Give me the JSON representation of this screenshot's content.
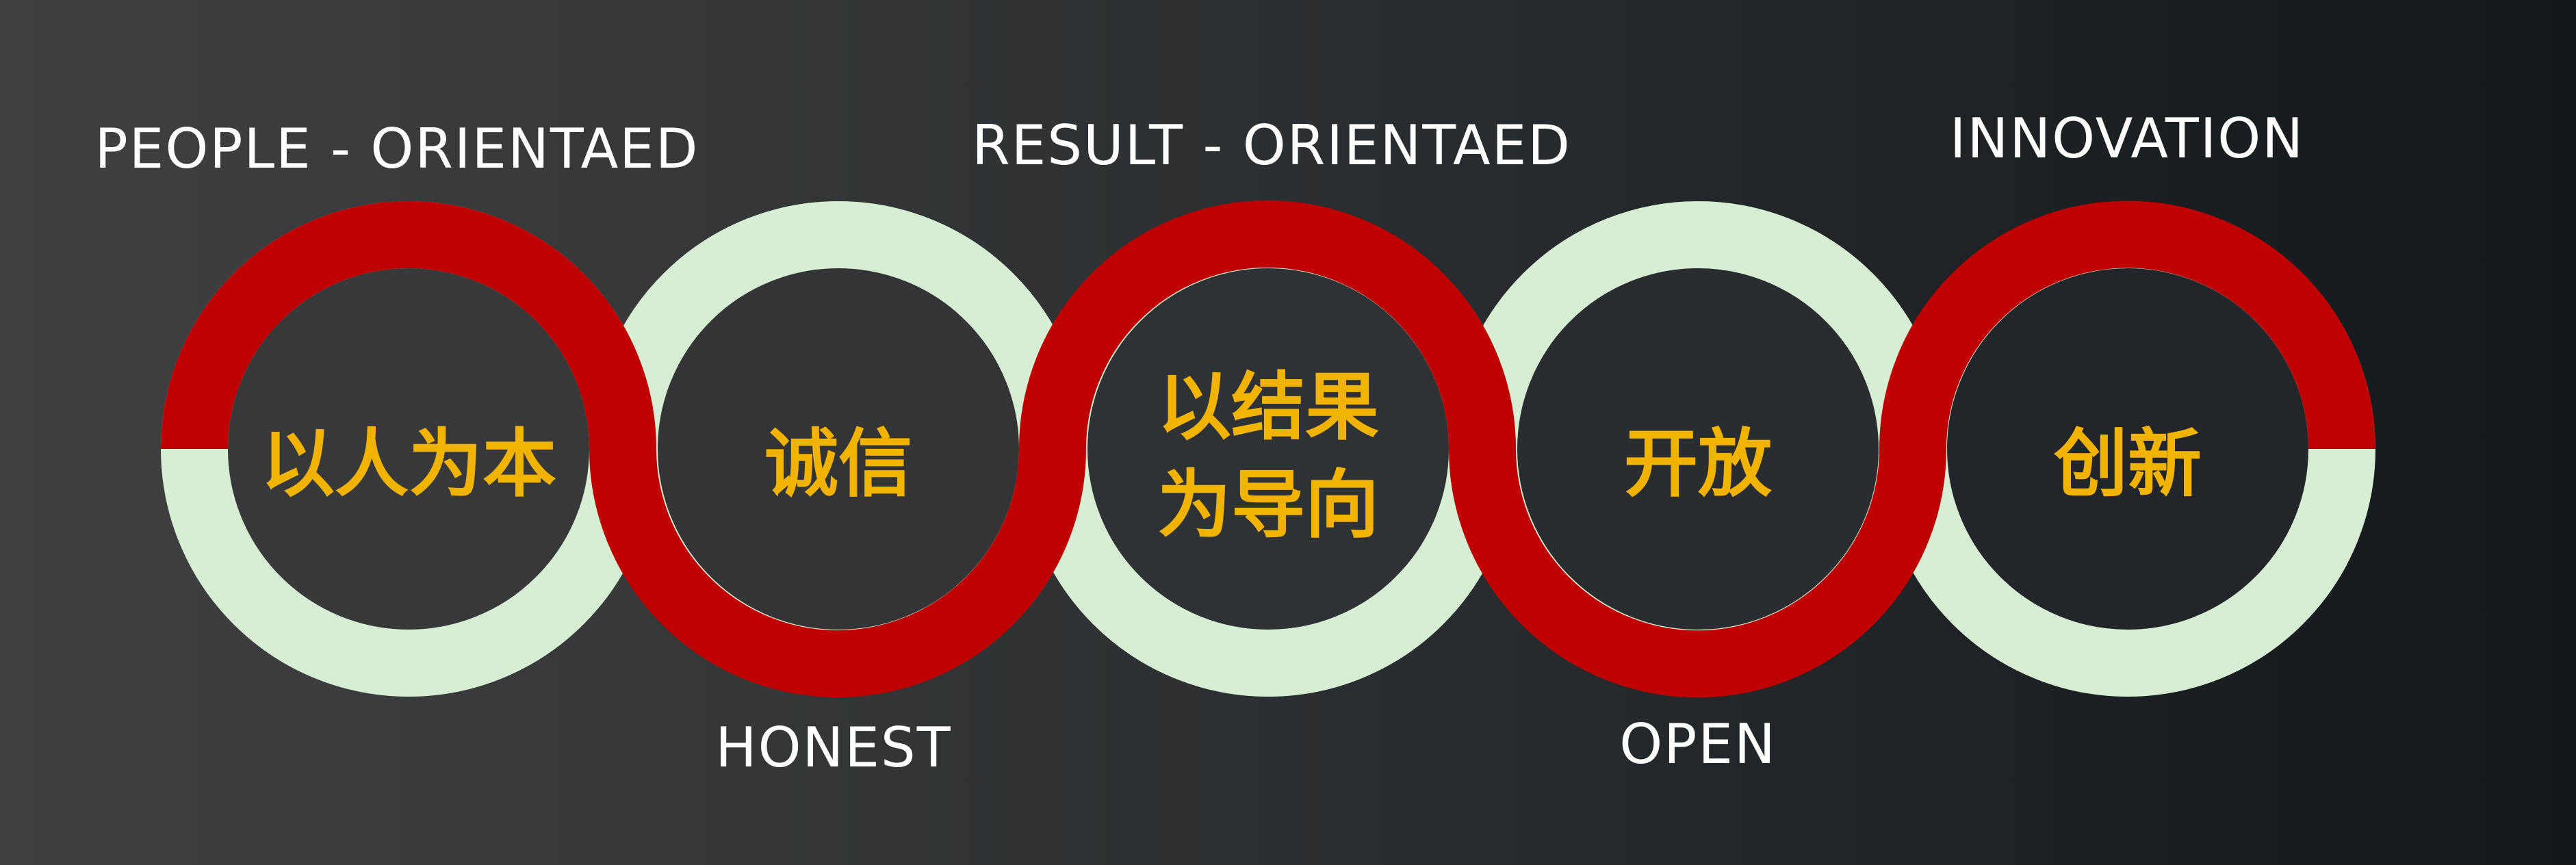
{
  "colors": {
    "red": "#bf0000",
    "green": "#d8eed4",
    "text_yellow": "#f2b200",
    "text_white": "#ffffff",
    "bg_left": "#3f4041",
    "bg_right": "#12171b"
  },
  "values": [
    {
      "en": "PEOPLE - ORIENTAED",
      "cn": [
        "以人为本"
      ]
    },
    {
      "en": "HONEST",
      "cn": [
        "诚信"
      ]
    },
    {
      "en": "RESULT - ORIENTAED",
      "cn": [
        "以结果",
        "为导向"
      ]
    },
    {
      "en": "OPEN",
      "cn": [
        "开放"
      ]
    },
    {
      "en": "INNOVATION",
      "cn": [
        "创新"
      ]
    }
  ]
}
